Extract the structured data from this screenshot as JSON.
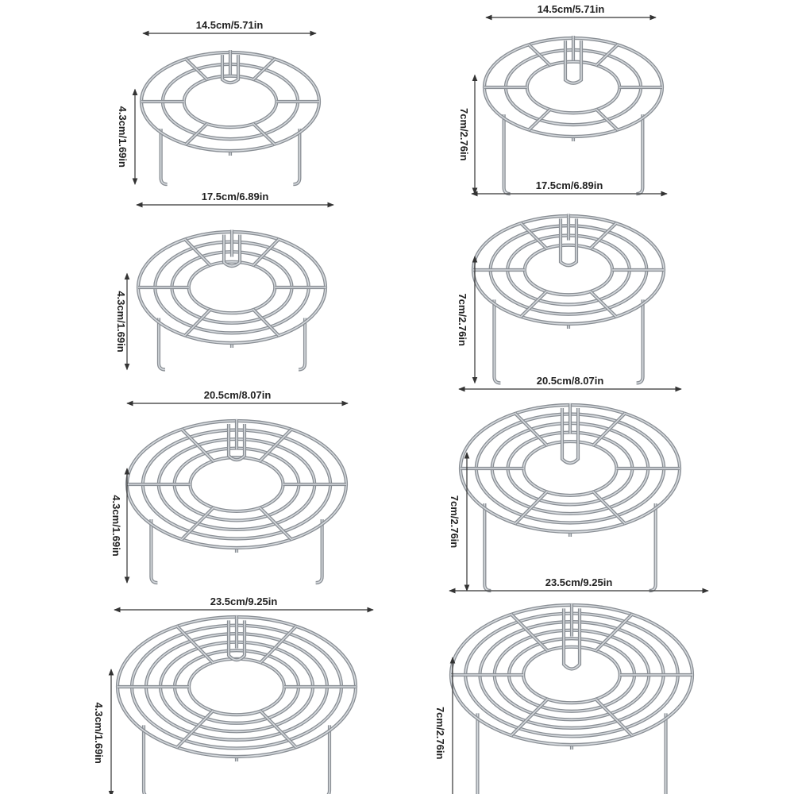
{
  "colors": {
    "background": "#ffffff",
    "wire": "#8a8f95",
    "wire_highlight": "#d5d9dd",
    "dimension_line": "#333333",
    "text": "#222222"
  },
  "left_column_height_label": "4.3cm/1.69in",
  "right_column_height_label": "7cm/2.76in",
  "racks": [
    {
      "id": "rack-1-short",
      "diameter_label": "14.5cm/5.71in",
      "height_label": "4.3cm/1.69in",
      "leg_style": "short",
      "rings": 3
    },
    {
      "id": "rack-1-tall",
      "diameter_label": "14.5cm/5.71in",
      "height_label": "7cm/2.76in",
      "leg_style": "tall",
      "rings": 3
    },
    {
      "id": "rack-2-short",
      "diameter_label": "17.5cm/6.89in",
      "height_label": "4.3cm/1.69in",
      "leg_style": "short",
      "rings": 4
    },
    {
      "id": "rack-2-tall",
      "diameter_label": "17.5cm/6.89in",
      "height_label": "7cm/2.76in",
      "leg_style": "tall",
      "rings": 4
    },
    {
      "id": "rack-3-short",
      "diameter_label": "20.5cm/8.07in",
      "height_label": "4.3cm/1.69in",
      "leg_style": "short",
      "rings": 5
    },
    {
      "id": "rack-3-tall",
      "diameter_label": "20.5cm/8.07in",
      "height_label": "7cm/2.76in",
      "leg_style": "tall",
      "rings": 5
    },
    {
      "id": "rack-4-short",
      "diameter_label": "23.5cm/9.25in",
      "height_label": "4.3cm/1.69in",
      "leg_style": "short",
      "rings": 6
    },
    {
      "id": "rack-4-tall",
      "diameter_label": "23.5cm/9.25in",
      "height_label": "7cm/2.76in",
      "leg_style": "tall",
      "rings": 6
    }
  ]
}
